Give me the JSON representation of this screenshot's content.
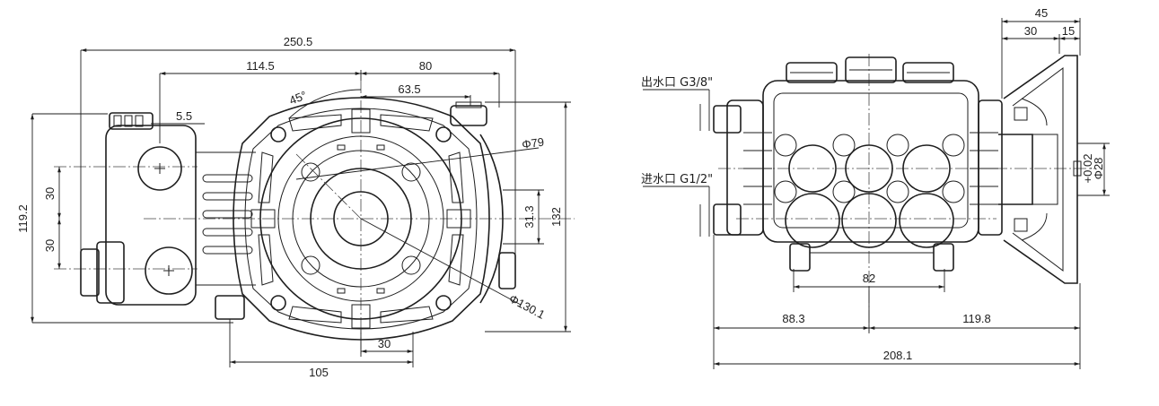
{
  "front_view": {
    "dim_overall_width": "250.5",
    "dim_left_to_center": "114.5",
    "dim_center_to_right": "80",
    "dim_center_to_port": "63.5",
    "dim_angle": "45°",
    "dim_small_offset": "5.5",
    "dim_overall_height": "119.2",
    "dim_upper_offset": "30",
    "dim_lower_offset": "30",
    "dim_flange_diameter": "Φ79",
    "dim_bolt_circle": "Φ130.1",
    "dim_vertical_offset": "31.3",
    "dim_body_height": "132",
    "dim_bottom_base": "105",
    "dim_bottom_width": "30"
  },
  "side_view": {
    "outlet_label": "出水口 G3/8\"",
    "inlet_label": "进水口 G1/2\"",
    "dim_top_total": "45",
    "dim_top_left": "30",
    "dim_top_right": "15",
    "dim_shaft": "Φ28",
    "dim_shaft_tolerance": "+0.02",
    "dim_port_spacing": "82",
    "dim_left_part": "88.3",
    "dim_right_part": "119.8",
    "dim_total_length": "208.1"
  }
}
